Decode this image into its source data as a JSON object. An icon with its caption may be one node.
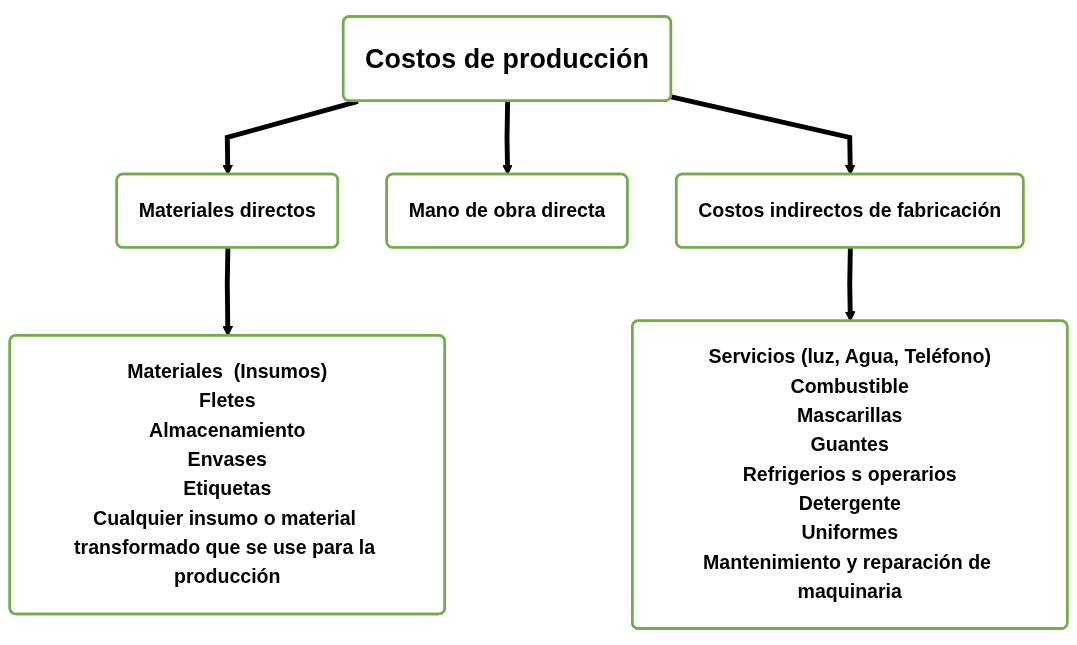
{
  "diagram": {
    "nodes": [
      {
        "text": [
          "Costos de producción"
        ]
      },
      {
        "text": [
          "Materiales directos"
        ]
      },
      {
        "text": [
          "Mano de obra directa"
        ]
      },
      {
        "text": [
          "Costos indirectos de fabricación"
        ]
      },
      {
        "text": [
          "Materiales  (Insumos)",
          "Fletes",
          "Almacenamiento",
          "Envases",
          "Etiquetas",
          "Cualquier insumo o material transformado que se use para la producción"
        ]
      },
      {
        "text": [
          "Servicios (luz, Agua, Teléfono)",
          "Combustible",
          "Mascarillas",
          "Guantes",
          "Refrigerios s operarios",
          "Detergente",
          "Uniformes",
          "Mantenimiento y reparación de maquinaria"
        ]
      }
    ],
    "edges": [
      {
        "from": 0,
        "to": 1,
        "arrow": "to"
      },
      {
        "from": 0,
        "to": 2,
        "arrow": "to"
      },
      {
        "from": 0,
        "to": 3,
        "arrow": "to"
      },
      {
        "from": 1,
        "to": 4,
        "arrow": "to"
      },
      {
        "from": 3,
        "to": 5,
        "arrow": "to"
      }
    ]
  }
}
